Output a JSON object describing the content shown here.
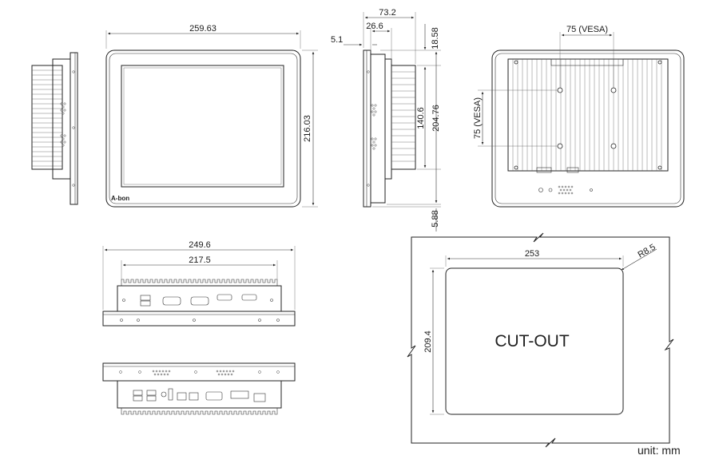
{
  "dimensions": {
    "front_width": "259.63",
    "front_height": "216.03",
    "side_depth_total": "73.2",
    "side_depth_inner": "26.6",
    "side_bezel": "5.1",
    "side_top_offset": "18.58",
    "side_vesa_height": "140.6",
    "side_body_height": "204.76",
    "side_bottom_offset": "5.88",
    "rear_vesa_horizontal": "75 (VESA)",
    "rear_vesa_vertical": "75 (VESA)",
    "top_outer_width": "249.6",
    "top_inner_width": "217.5",
    "cutout_width": "253",
    "cutout_height": "209.4",
    "cutout_radius": "R8.5"
  },
  "cutout_label": "CUT-OUT",
  "brand": "A-bon",
  "unit_label": "unit: mm",
  "colors": {
    "line": "#222222",
    "background": "#ffffff"
  }
}
